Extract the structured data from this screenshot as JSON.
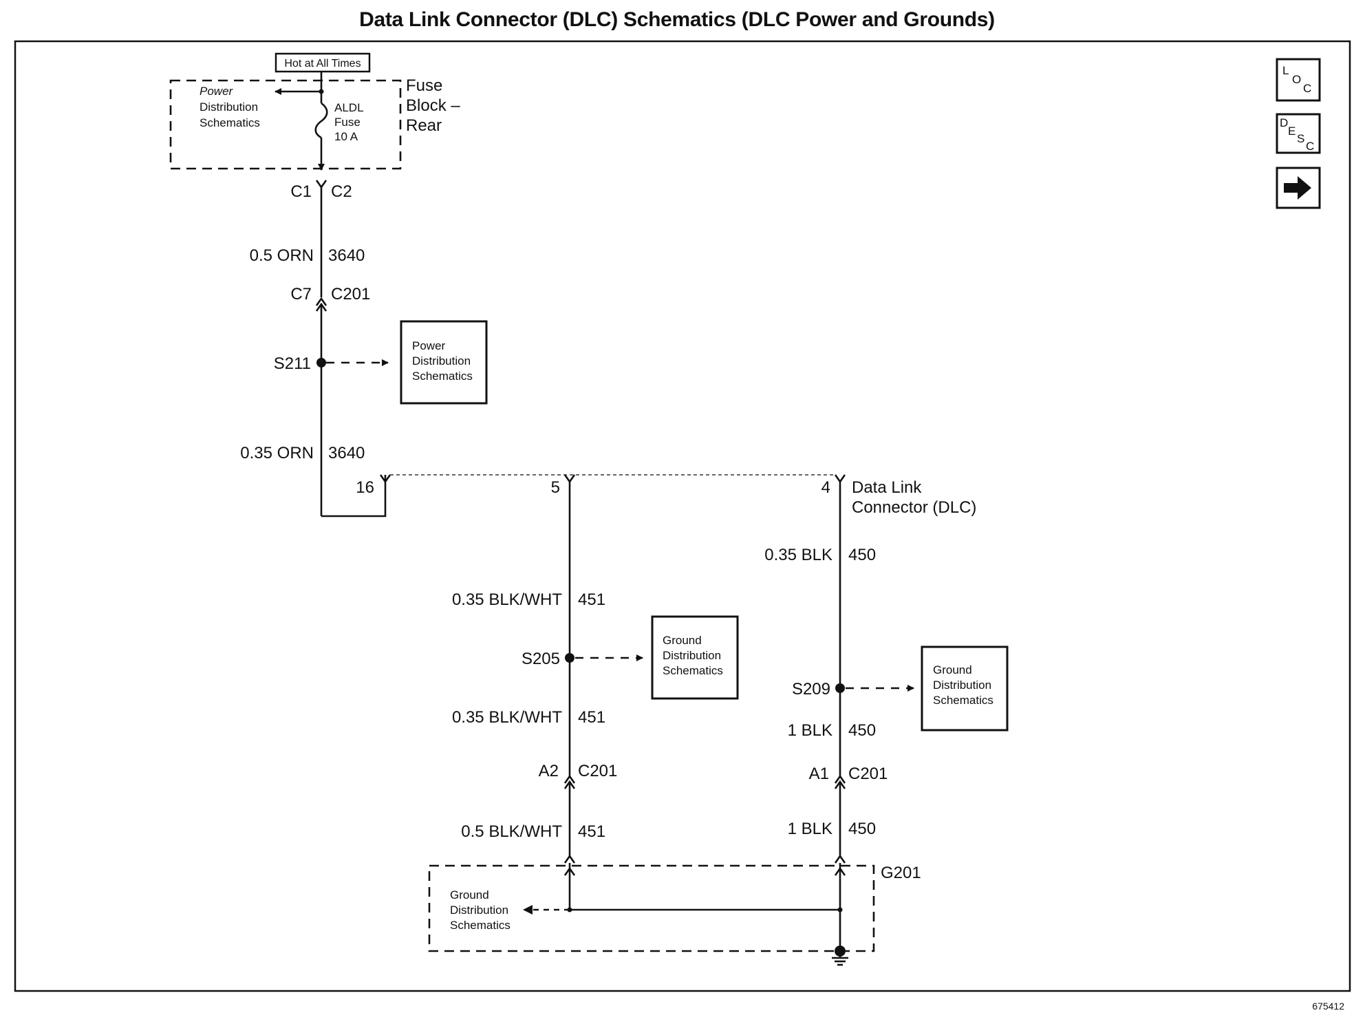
{
  "title": "Data Link Connector (DLC) Schematics (DLC Power and Grounds)",
  "figure_id": "675412",
  "nav": {
    "loc": [
      "L",
      "O",
      "C"
    ],
    "desc": [
      "D",
      "E",
      "S",
      "C"
    ]
  },
  "fuse_block": {
    "hot_label": "Hot at All Times",
    "power_dist": [
      "Power",
      "Distribution",
      "Schematics"
    ],
    "fuse": [
      "ALDL",
      "Fuse",
      "10 A"
    ],
    "name": [
      "Fuse",
      "Block –",
      "Rear"
    ]
  },
  "wire_16": {
    "conn_left": "C1",
    "conn_right": "C2",
    "gauge_1": "0.5 ORN",
    "circuit_1": "3640",
    "c201_pin": "C7",
    "c201": "C201",
    "splice": "S211",
    "splice_box": [
      "Power",
      "Distribution",
      "Schematics"
    ],
    "gauge_2": "0.35 ORN",
    "circuit_2": "3640",
    "dlc_pin": "16"
  },
  "wire_5": {
    "dlc_pin": "5",
    "gauge_1": "0.35 BLK/WHT",
    "circuit_1": "451",
    "splice": "S205",
    "splice_box": [
      "Ground",
      "Distribution",
      "Schematics"
    ],
    "gauge_2": "0.35 BLK/WHT",
    "circuit_2": "451",
    "c201_pin": "A2",
    "c201": "C201",
    "gauge_3": "0.5 BLK/WHT",
    "circuit_3": "451"
  },
  "wire_4": {
    "dlc_pin": "4",
    "dlc_name": [
      "Data Link",
      "Connector (DLC)"
    ],
    "gauge_1": "0.35 BLK",
    "circuit_1": "450",
    "splice": "S209",
    "splice_box": [
      "Ground",
      "Distribution",
      "Schematics"
    ],
    "gauge_2": "1 BLK",
    "circuit_2": "450",
    "c201_pin": "A1",
    "c201": "C201",
    "gauge_3": "1 BLK",
    "circuit_3": "450"
  },
  "ground": {
    "name": "G201",
    "box": [
      "Ground",
      "Distribution",
      "Schematics"
    ]
  }
}
